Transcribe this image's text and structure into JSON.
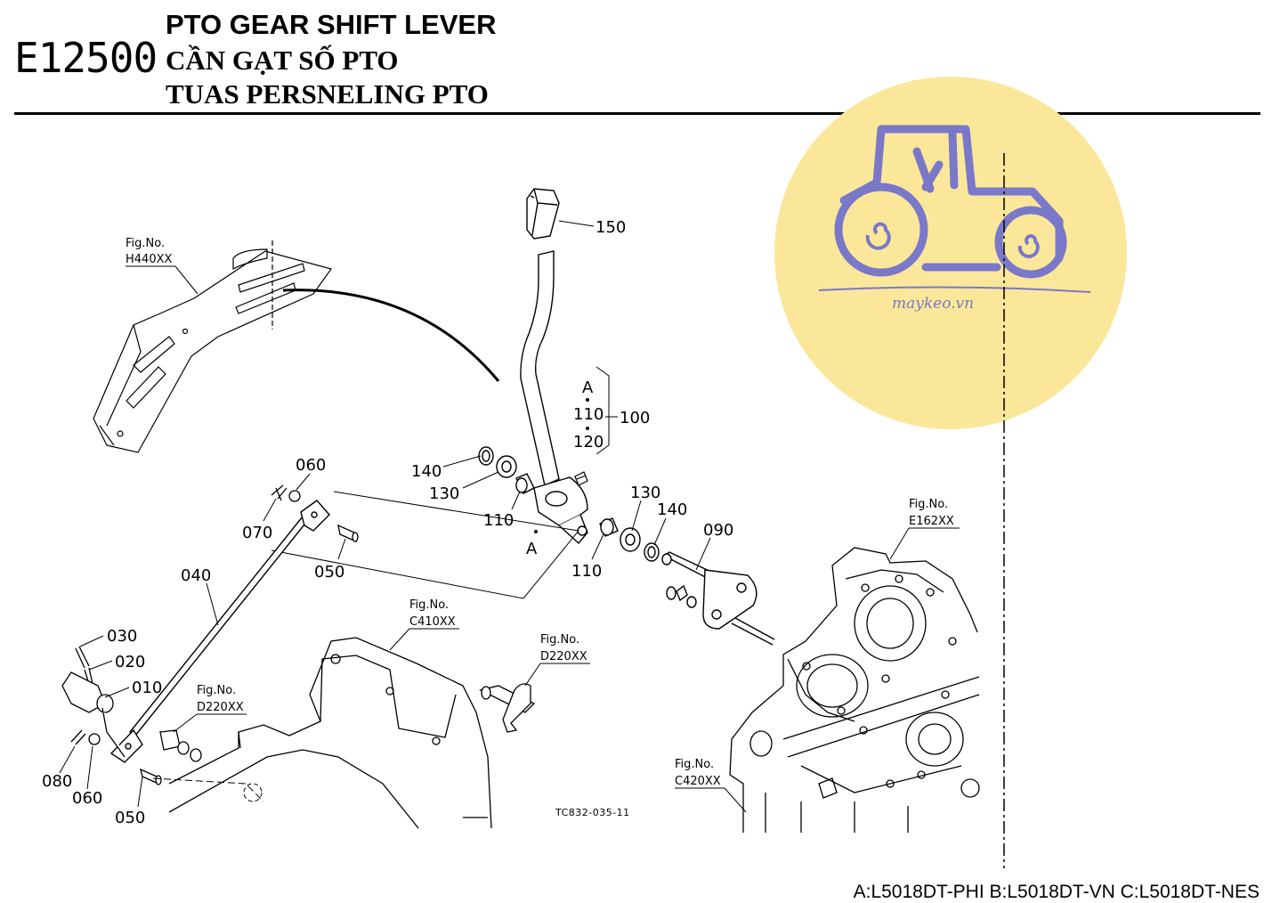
{
  "header": {
    "section_code": "E12500",
    "title_en": "PTO GEAR SHIFT LEVER",
    "title_vi": "CẦN GẠT SỐ PTO",
    "title_id": "TUAS PERSNELING PTO"
  },
  "watermark": {
    "text": "maykeo.vn",
    "circle_color": "#fbe79a",
    "logo_color": "#7a78c9",
    "icon": "tractor-icon"
  },
  "figure_refs": {
    "h440": {
      "label": "Fig.No.",
      "code": "H440XX"
    },
    "e162": {
      "label": "Fig.No.",
      "code": "E162XX"
    },
    "c410": {
      "label": "Fig.No.",
      "code": "C410XX"
    },
    "d220_right": {
      "label": "Fig.No.",
      "code": "D220XX"
    },
    "d220_left": {
      "label": "Fig.No.",
      "code": "D220XX"
    },
    "c420": {
      "label": "Fig.No.",
      "code": "C420XX"
    }
  },
  "parts": {
    "p150": "150",
    "pA_top": "A",
    "p110_top": "110",
    "p120": "120",
    "p100": "100",
    "p140_left": "140",
    "p130_left": "130",
    "p110_left": "110",
    "pA_bottom": "A",
    "p130_right": "130",
    "p140_right": "140",
    "p090": "090",
    "p110_right": "110",
    "p060_top": "060",
    "p070": "070",
    "p050_top": "050",
    "p040": "040",
    "p030": "030",
    "p020": "020",
    "p010": "010",
    "p080": "080",
    "p060_bottom": "060",
    "p050_bottom": "050"
  },
  "illustration_code": "TC832-035-11",
  "footer": {
    "models": "A:L5018DT-PHI B:L5018DT-VN C:L5018DT-NES"
  }
}
